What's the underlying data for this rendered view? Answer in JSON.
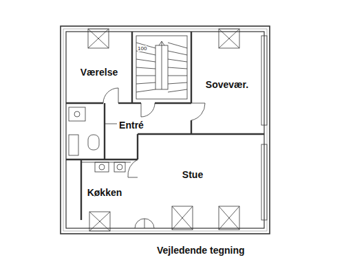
{
  "diagram": {
    "caption": "Vejledende tegning",
    "nodes": [
      {
        "text": [
          "Værelse"
        ]
      },
      {
        "text": [
          "Sovevær."
        ]
      },
      {
        "text": [
          "Entré"
        ]
      },
      {
        "text": [
          "Stue"
        ]
      },
      {
        "text": [
          "Køkken"
        ]
      }
    ],
    "labels": [
      "100"
    ]
  }
}
